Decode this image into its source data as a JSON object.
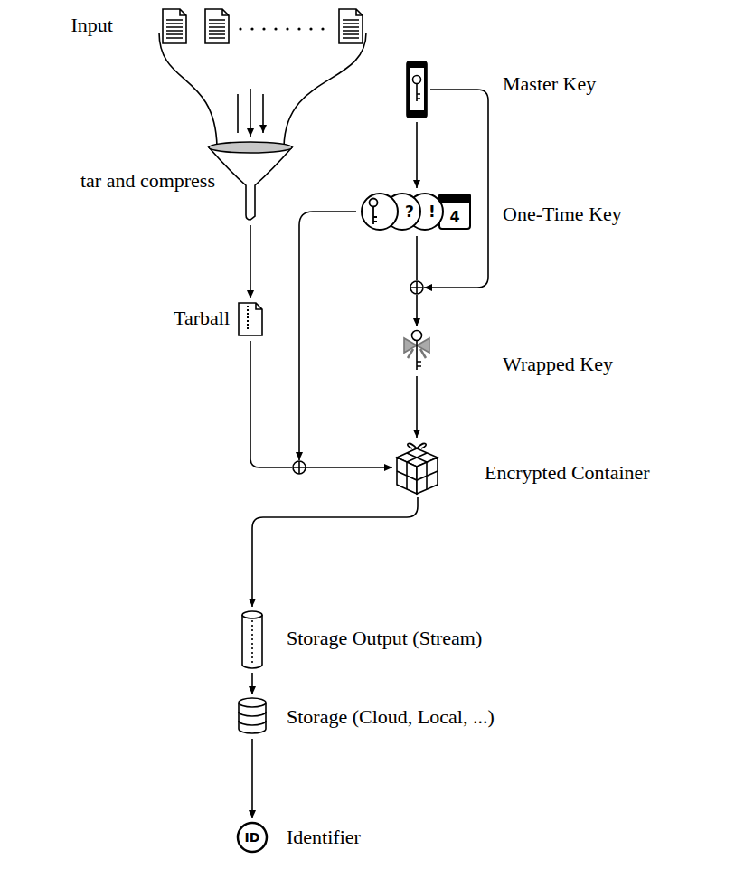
{
  "diagram": {
    "nodes": [
      {
        "text": [
          "Input"
        ]
      },
      {
        "text": [
          "tar and compress"
        ]
      },
      {
        "text": [
          "Tarball"
        ]
      },
      {
        "text": [
          "Master Key"
        ]
      },
      {
        "text": [
          "One-Time Key"
        ]
      },
      {
        "text": [
          "Wrapped Key"
        ]
      },
      {
        "text": [
          "Encrypted Container"
        ]
      },
      {
        "text": [
          "Storage Output (Stream)"
        ]
      },
      {
        "text": [
          "Storage (Cloud, Local, ...)"
        ]
      },
      {
        "text": [
          "ID",
          "Identifier"
        ]
      }
    ],
    "edges": [
      {
        "from": 0,
        "to": 1,
        "arrow": "to"
      },
      {
        "from": 1,
        "to": 2,
        "arrow": "to"
      },
      {
        "from": 2,
        "to": 6,
        "arrow": "to"
      },
      {
        "from": 4,
        "to": 6,
        "arrow": "to"
      },
      {
        "from": 3,
        "to": 4,
        "arrow": "to"
      },
      {
        "from": 4,
        "to": 5,
        "arrow": "to"
      },
      {
        "from": 3,
        "to": 5,
        "arrow": "to"
      },
      {
        "from": 5,
        "to": 6,
        "arrow": "to"
      },
      {
        "from": 6,
        "to": 7,
        "arrow": "to"
      },
      {
        "from": 7,
        "to": 8,
        "arrow": "to"
      },
      {
        "from": 8,
        "to": 9,
        "arrow": "to"
      }
    ],
    "labels": [
      "?",
      "!",
      "4"
    ]
  }
}
